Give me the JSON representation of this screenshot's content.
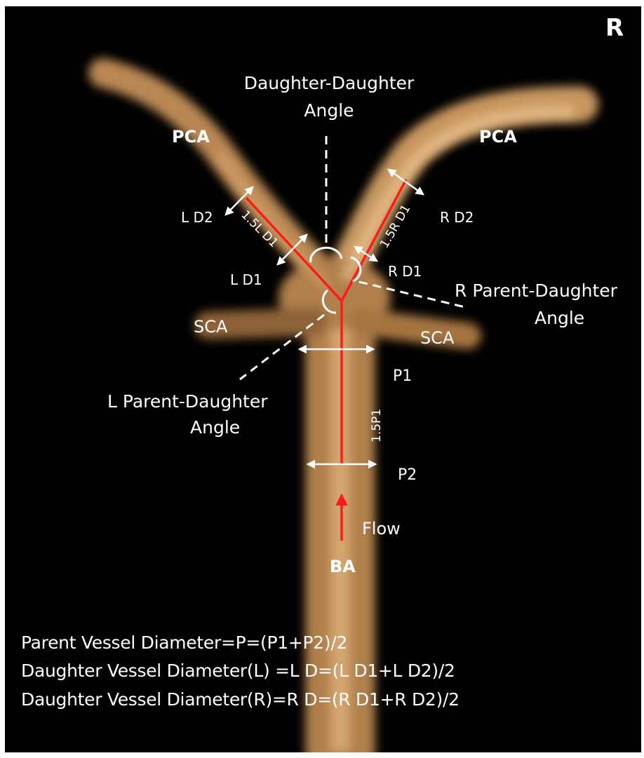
{
  "corner_letter": "R",
  "labels": {
    "top_angle_line1": "Daughter-Daughter",
    "top_angle_line2": "Angle",
    "pca_left": "PCA",
    "pca_right": "PCA",
    "l_d2": "L D2",
    "l_d1": "L D1",
    "r_d2": "R D2",
    "r_d1": "R D1",
    "r_parent_line1": "R Parent-Daughter",
    "r_parent_line2": "Angle",
    "sca_left": "SCA",
    "sca_right": "SCA",
    "l_parent_line1": "L Parent-Daughter",
    "l_parent_line2": "Angle",
    "p1": "P1",
    "p2": "P2",
    "len_1_5p1": "1.5P1",
    "len_1_5l_d1": "1.5L D1",
    "len_1_5r_d1": "1.5R D1",
    "flow": "Flow",
    "ba": "BA"
  },
  "formulas": [
    "Parent Vessel Diameter=P=(P1+P2)/2",
    "Daughter Vessel Diameter(L) =L D=(L D1+L D2)/2",
    "Daughter Vessel Diameter(R)=R D=(R D1+R D2)/2"
  ],
  "colors": {
    "background": "#000000",
    "vessel": "#c9955d",
    "measure_line": "#ff1a1a",
    "annotation": "#ffffff"
  }
}
